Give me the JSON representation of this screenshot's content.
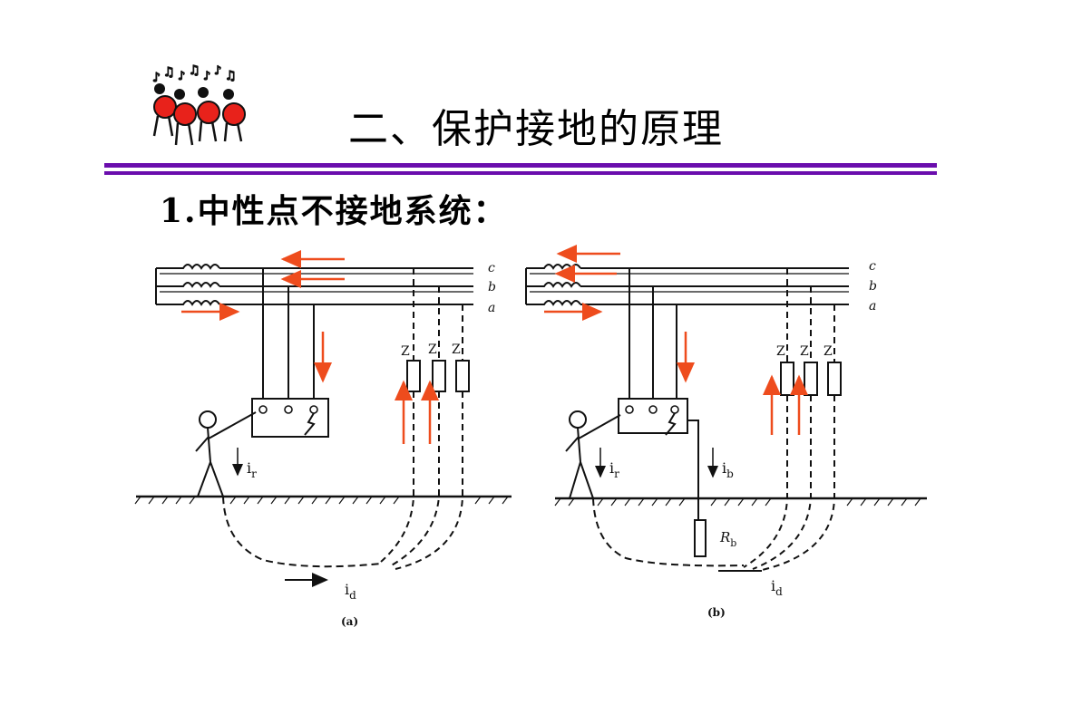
{
  "slide": {
    "title": "二、保护接地的原理",
    "subtitle": "1.中性点不接地系统："
  },
  "diagram_a": {
    "caption": "(a)",
    "phases": [
      "c",
      "b",
      "a"
    ],
    "impedances": [
      "Z",
      "Z",
      "Z"
    ],
    "person_current": "i",
    "person_current_sub": "r",
    "fault_current": "i",
    "fault_current_sub": "d"
  },
  "diagram_b": {
    "caption": "(b)",
    "phases": [
      "c",
      "b",
      "a"
    ],
    "impedances": [
      "Z",
      "Z",
      "Z"
    ],
    "person_current": "i",
    "person_current_sub": "r",
    "ground_current": "i",
    "ground_current_sub": "b",
    "resistor_label": "R",
    "resistor_sub": "b",
    "fault_current": "i",
    "fault_current_sub": "d"
  },
  "colors": {
    "accent_rule": "#6a0dad",
    "arrow": "#ee4c1d",
    "line": "#111111"
  },
  "icons": {
    "logo": "singing-figures-logo-icon"
  }
}
